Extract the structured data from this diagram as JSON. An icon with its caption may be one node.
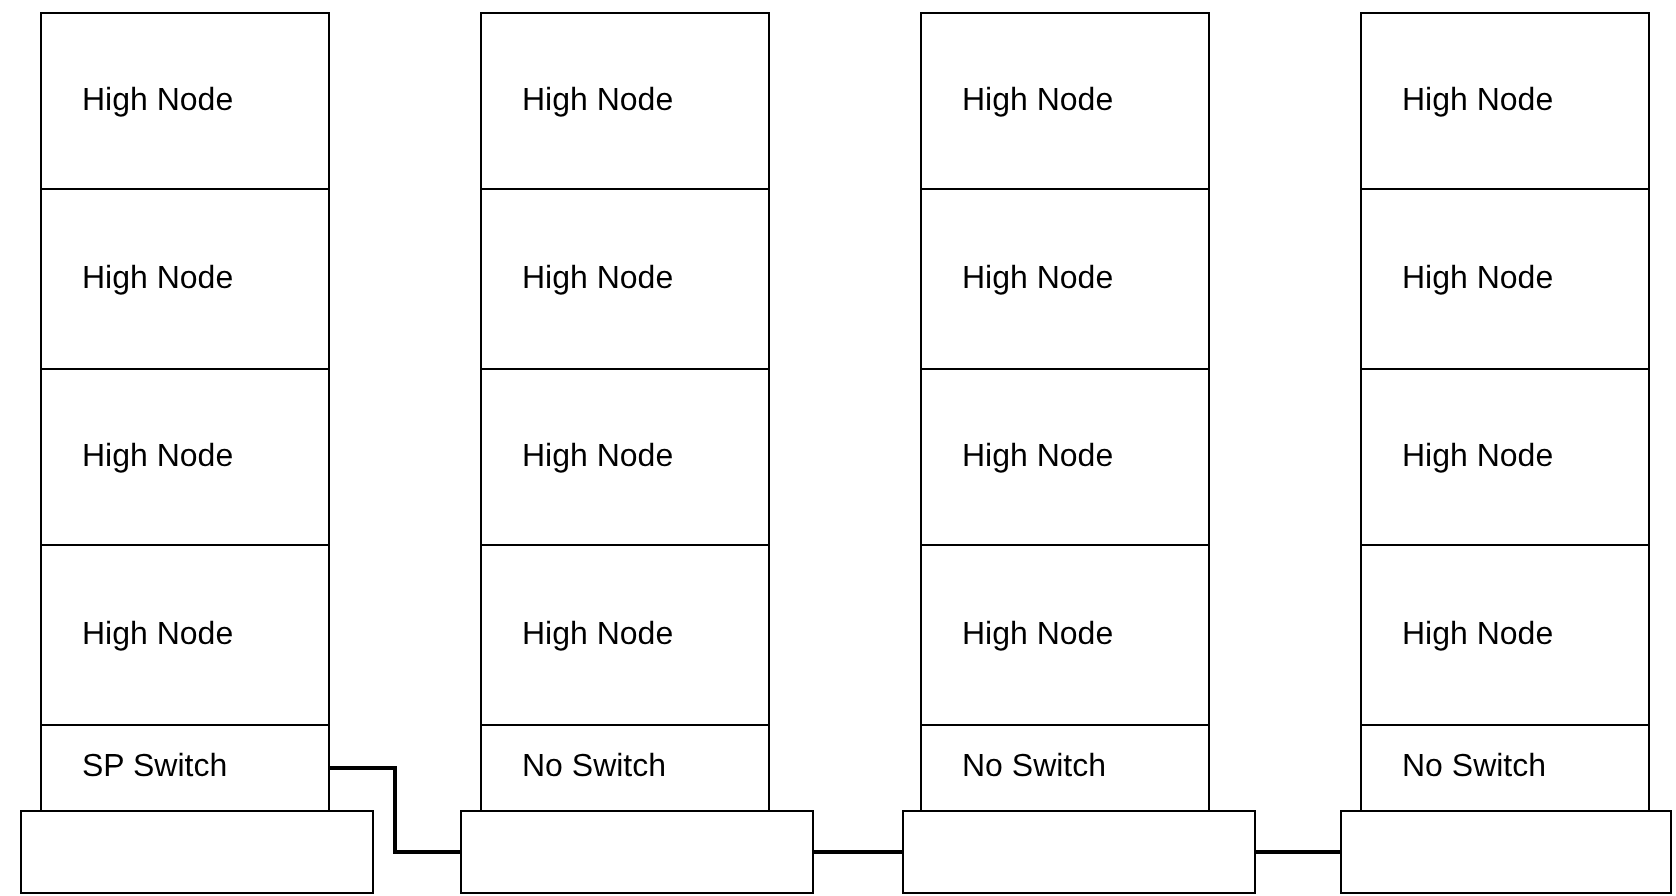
{
  "diagram": {
    "nodes": [
      {
        "text": [
          "High Node"
        ]
      },
      {
        "text": [
          "High Node"
        ]
      },
      {
        "text": [
          "High Node"
        ]
      },
      {
        "text": [
          "High Node"
        ]
      },
      {
        "text": [
          "High Node"
        ]
      },
      {
        "text": [
          "High Node"
        ]
      },
      {
        "text": [
          "High Node"
        ]
      },
      {
        "text": [
          "High Node"
        ]
      },
      {
        "text": [
          "High Node"
        ]
      },
      {
        "text": [
          "High Node"
        ]
      },
      {
        "text": [
          "High Node"
        ]
      },
      {
        "text": [
          "High Node"
        ]
      },
      {
        "text": [
          "High Node"
        ]
      },
      {
        "text": [
          "High Node"
        ]
      },
      {
        "text": [
          "High Node"
        ]
      },
      {
        "text": [
          "High Node"
        ]
      },
      {
        "text": [
          "SP Switch"
        ]
      },
      {
        "text": [
          "No Switch"
        ]
      },
      {
        "text": [
          "No Switch"
        ]
      },
      {
        "text": [
          "No Switch"
        ]
      },
      {
        "text": [],
        "shape": "box"
      },
      {
        "text": [],
        "shape": "box"
      },
      {
        "text": [],
        "shape": "box"
      },
      {
        "text": [],
        "shape": "box"
      }
    ],
    "edges": [
      {
        "from": 16,
        "to": 21,
        "arrow": "none"
      },
      {
        "from": 21,
        "to": 22,
        "arrow": "none"
      },
      {
        "from": 22,
        "to": 23,
        "arrow": "none"
      }
    ]
  }
}
